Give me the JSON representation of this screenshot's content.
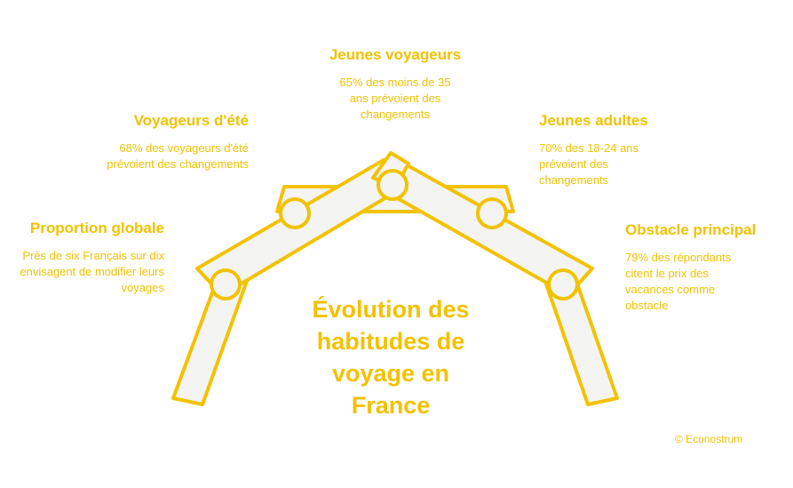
{
  "title": "Évolution des habitudes de voyage en France",
  "credit": "© Econostrum",
  "items": [
    {
      "heading": "Proportion globale",
      "text": "Près de six Français sur dix envisagent de modifier leurs voyages"
    },
    {
      "heading": "Voyageurs d'été",
      "text": "68% des voyageurs d'été prévoient des changements"
    },
    {
      "heading": "Jeunes voyageurs",
      "text": "65% des moins de 35 ans prévoient des changements"
    },
    {
      "heading": "Jeunes adultes",
      "text": "70% des 18-24 ans prévoient des changements"
    },
    {
      "heading": "Obstacle principal",
      "text": "79% des répondants citent le prix des vacances comme obstacle"
    }
  ],
  "colors": {
    "accent": "#f2c200",
    "fill": "#f4f4f2"
  }
}
